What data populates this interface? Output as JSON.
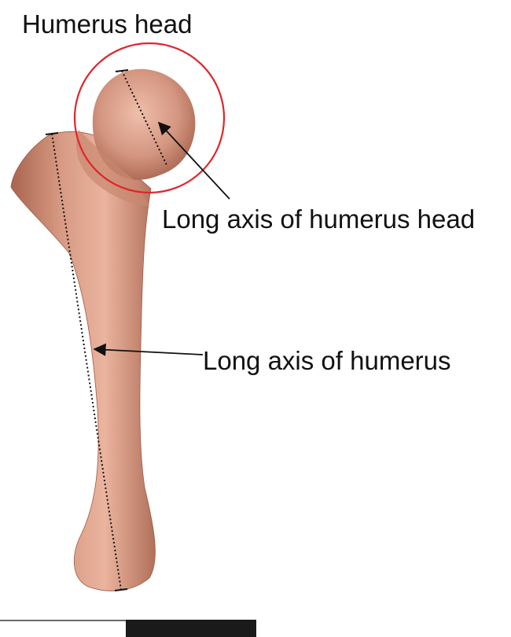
{
  "labels": {
    "title": "Humerus head",
    "head_axis": "Long axis of humerus head",
    "shaft_axis": "Long axis of humerus"
  },
  "colors": {
    "bone": "#d89a84",
    "bone_shadow": "#a8654f",
    "bone_highlight": "#f1c2ad",
    "circle": "#e0252b",
    "line": "#111111",
    "scale_bar_dark": "#1a1a1a"
  },
  "icons": {
    "head_circle": "circle-outline",
    "axis_lines": "dotted-line",
    "pointers": "arrow"
  }
}
